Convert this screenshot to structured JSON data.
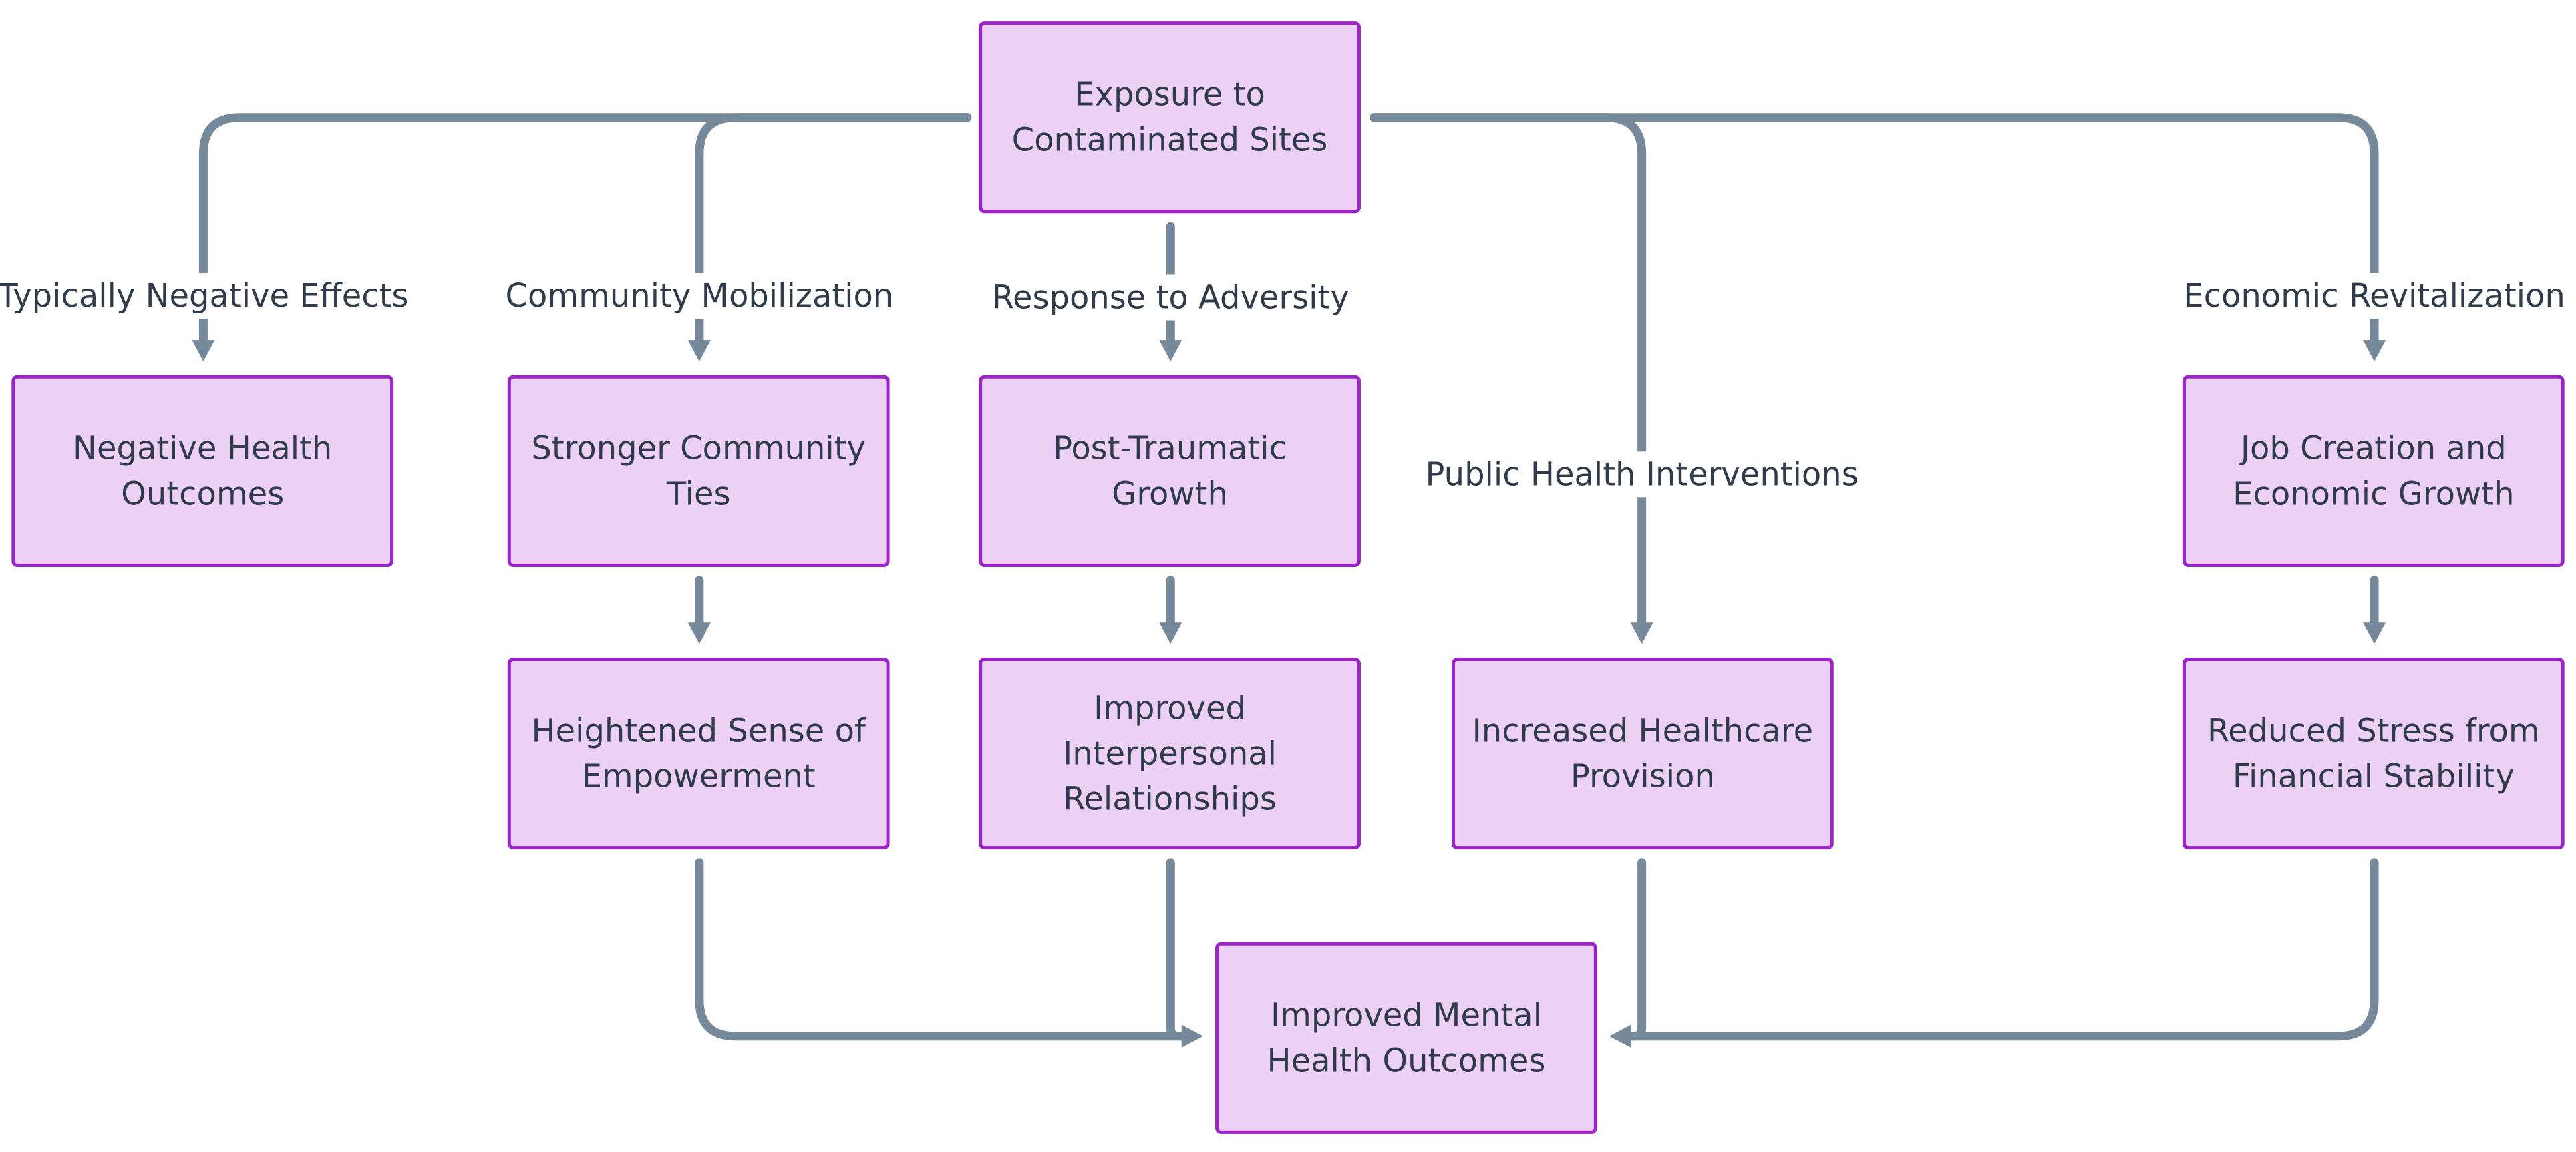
{
  "colors": {
    "node_fill": "#ecd0f5",
    "node_stroke": "#9d22c9",
    "edge": "#75899a",
    "text": "#2f3b4a"
  },
  "nodes": {
    "exposure": [
      "Exposure to",
      "Contaminated Sites"
    ],
    "negative_health": [
      "Negative Health",
      "Outcomes"
    ],
    "community_ties": [
      "Stronger Community",
      "Ties"
    ],
    "ptg": [
      "Post-Traumatic",
      "Growth"
    ],
    "job_creation": [
      "Job Creation and",
      "Economic Growth"
    ],
    "empowerment": [
      "Heightened Sense of",
      "Empowerment"
    ],
    "relationships": [
      "Improved",
      "Interpersonal",
      "Relationships"
    ],
    "healthcare": [
      "Increased Healthcare",
      "Provision"
    ],
    "reduced_stress": [
      "Reduced Stress from",
      "Financial Stability"
    ],
    "mental_health": [
      "Improved Mental",
      "Health Outcomes"
    ]
  },
  "edge_labels": {
    "negative": "Typically Negative Effects",
    "mobilization": "Community Mobilization",
    "adversity": "Response to Adversity",
    "public_health": "Public Health Interventions",
    "revitalization": "Economic Revitalization"
  }
}
